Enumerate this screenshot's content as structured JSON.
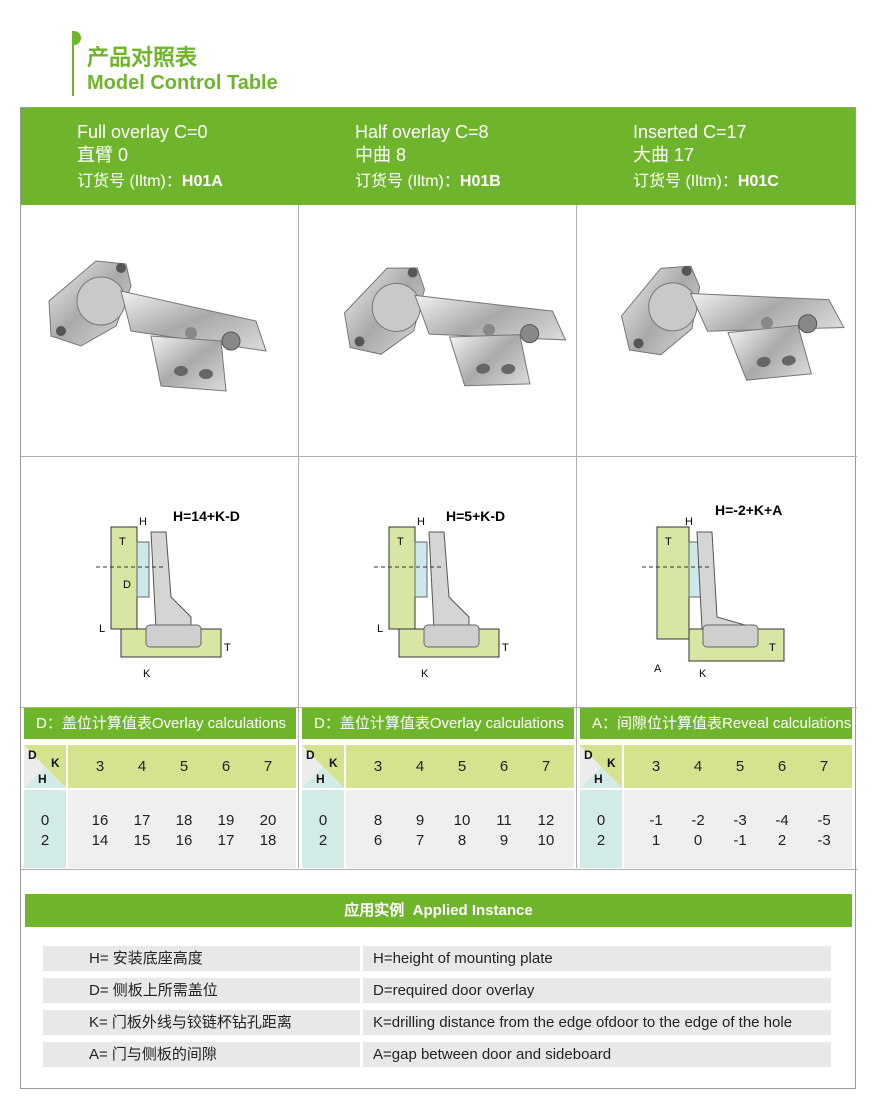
{
  "page_title": {
    "cn": "产品对照表",
    "en": "Model Control Table"
  },
  "columns": [
    {
      "name": "Full overlay C=0",
      "cn": "直臂 0",
      "order_label": "订货号 (Iltm)：",
      "order_code": "H01A",
      "formula": "H=14+K-D",
      "table_title": "D：盖位计算值表Overlay calculations",
      "corner": {
        "top": "D",
        "right": "K",
        "bottom": "H"
      },
      "k_values": [
        "3",
        "4",
        "5",
        "6",
        "7"
      ],
      "rows": [
        {
          "h": "0",
          "values": [
            "16",
            "17",
            "18",
            "19",
            "20"
          ]
        },
        {
          "h": "2",
          "values": [
            "14",
            "15",
            "16",
            "17",
            "18"
          ]
        }
      ]
    },
    {
      "name": "Half overlay C=8",
      "cn": "中曲 8",
      "order_label": "订货号 (Iltm)：",
      "order_code": "H01B",
      "formula": "H=5+K-D",
      "table_title": "D：盖位计算值表Overlay calculations",
      "corner": {
        "top": "D",
        "right": "K",
        "bottom": "H"
      },
      "k_values": [
        "3",
        "4",
        "5",
        "6",
        "7"
      ],
      "rows": [
        {
          "h": "0",
          "values": [
            "8",
            "9",
            "10",
            "11",
            "12"
          ]
        },
        {
          "h": "2",
          "values": [
            "6",
            "7",
            "8",
            "9",
            "10"
          ]
        }
      ]
    },
    {
      "name": "Inserted C=17",
      "cn": "大曲 17",
      "order_label": "订货号 (Iltm)：",
      "order_code": "H01C",
      "formula": "H=-2+K+A",
      "table_title": "A：间隙位计算值表Reveal calculations",
      "corner": {
        "top": "D",
        "right": "K",
        "bottom": "H"
      },
      "k_values": [
        "3",
        "4",
        "5",
        "6",
        "7"
      ],
      "rows": [
        {
          "h": "0",
          "values": [
            "-1",
            "-2",
            "-3",
            "-4",
            "-5"
          ]
        },
        {
          "h": "2",
          "values": [
            "1",
            "0",
            "-1",
            "2",
            "-3"
          ]
        }
      ]
    }
  ],
  "diagram_labels": {
    "h": "H",
    "t": "T",
    "d": "D",
    "l": "L",
    "k": "K",
    "a": "A"
  },
  "applied": {
    "title_cn": "应用实例",
    "title_en": "Applied Instance",
    "rows": [
      {
        "cn": "H= 安装底座高度",
        "en": "H=height of mounting plate"
      },
      {
        "cn": "D= 侧板上所需盖位",
        "en": "D=required door overlay"
      },
      {
        "cn": "K= 门板外线与铰链杯钻孔距离",
        "en": "K=drilling distance from the edge ofdoor to the edge of the hole"
      },
      {
        "cn": "A= 门与侧板的间隙",
        "en": "A=gap between door and sideboard"
      }
    ]
  },
  "colors": {
    "green": "#6fb52c",
    "light_green": "#d4e38e",
    "light_cyan": "#d3ebe6",
    "grey": "#efefef"
  }
}
